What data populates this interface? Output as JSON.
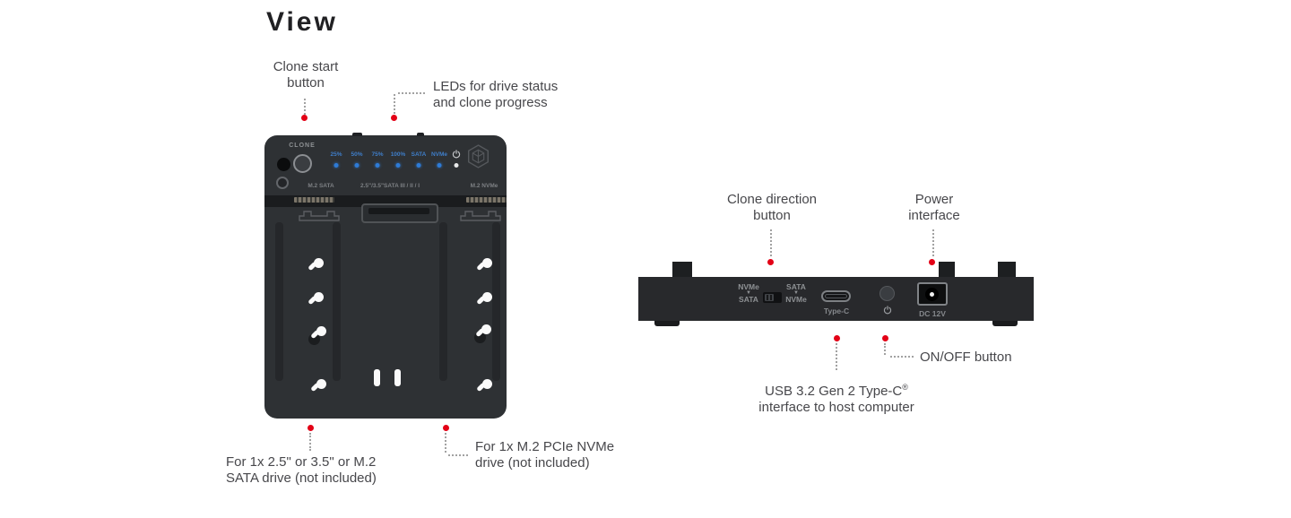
{
  "title": "View",
  "colors": {
    "accent_red": "#e30016",
    "led_blue": "#3f7ec9",
    "device_body": "#2e3134"
  },
  "left_view": {
    "callouts": {
      "clone_start": {
        "line1": "Clone start",
        "line2": "button"
      },
      "leds": {
        "line1": "LEDs for drive status",
        "line2": "and clone progress"
      },
      "sata_bay": {
        "line1": "For 1x 2.5\" or 3.5\" or M.2",
        "line2": "SATA drive (not included)"
      },
      "nvme_bay": {
        "line1": "For 1x M.2 PCIe NVMe",
        "line2": "drive (not included)"
      }
    },
    "device": {
      "clone_button_label": "CLONE",
      "led_labels": [
        "25%",
        "50%",
        "75%",
        "100%",
        "SATA",
        "NVMe"
      ],
      "bay_labels": {
        "m2_sata": "M.2 SATA",
        "sata": "2.5\"/3.5\"SATA III / II / I",
        "m2_nvme": "M.2 NVMe"
      }
    }
  },
  "rear_view": {
    "callouts": {
      "clone_direction": {
        "line1": "Clone direction",
        "line2": "button"
      },
      "power_interface": {
        "line1": "Power",
        "line2": "interface"
      },
      "usb": {
        "line1": "USB 3.2 Gen 2 Type-C",
        "reg": "®",
        "line2": "interface to host computer"
      },
      "on_off": "ON/OFF button"
    },
    "device": {
      "switch_left": {
        "top": "NVMe",
        "arrow": "▼",
        "bottom": "SATA"
      },
      "switch_right": {
        "top": "SATA",
        "arrow": "▼",
        "bottom": "NVMe"
      },
      "type_c_label": "Type-C",
      "dc_label": "DC 12V"
    }
  }
}
